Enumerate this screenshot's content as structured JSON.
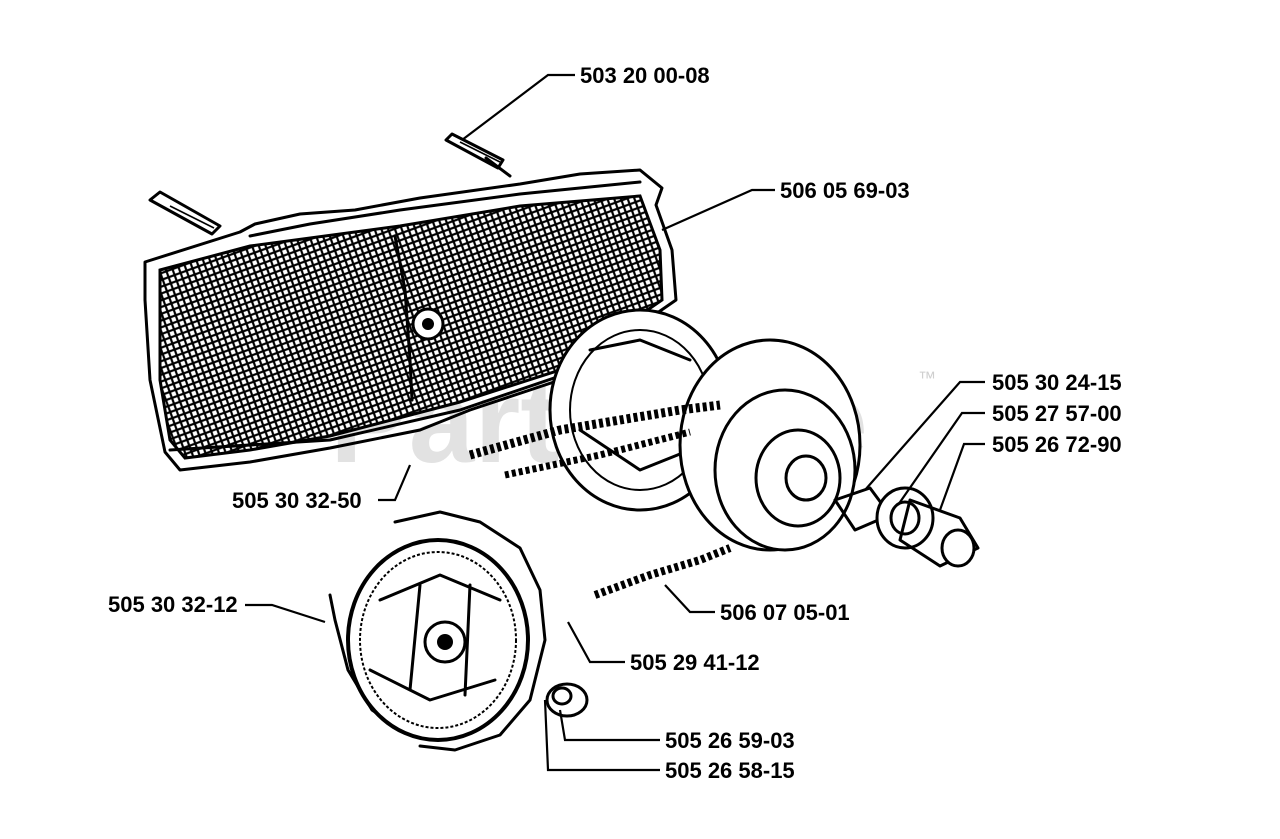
{
  "watermark": {
    "text": "PartsTree",
    "trademark": "™"
  },
  "labels": [
    {
      "id": "503200008",
      "text": "503 20 00-08"
    },
    {
      "id": "506056903",
      "text": "506 05 69-03"
    },
    {
      "id": "505302415",
      "text": "505 30 24-15"
    },
    {
      "id": "505275700",
      "text": "505 27 57-00"
    },
    {
      "id": "505267290",
      "text": "505 26 72-90"
    },
    {
      "id": "505303250",
      "text": "505 30 32-50"
    },
    {
      "id": "505303212",
      "text": "505 30 32-12"
    },
    {
      "id": "506070501",
      "text": "506 07 05-01"
    },
    {
      "id": "505294112",
      "text": "505 29 41-12"
    },
    {
      "id": "505265903",
      "text": "505 26 59-03"
    },
    {
      "id": "505265815",
      "text": "505 26 58-15"
    }
  ]
}
